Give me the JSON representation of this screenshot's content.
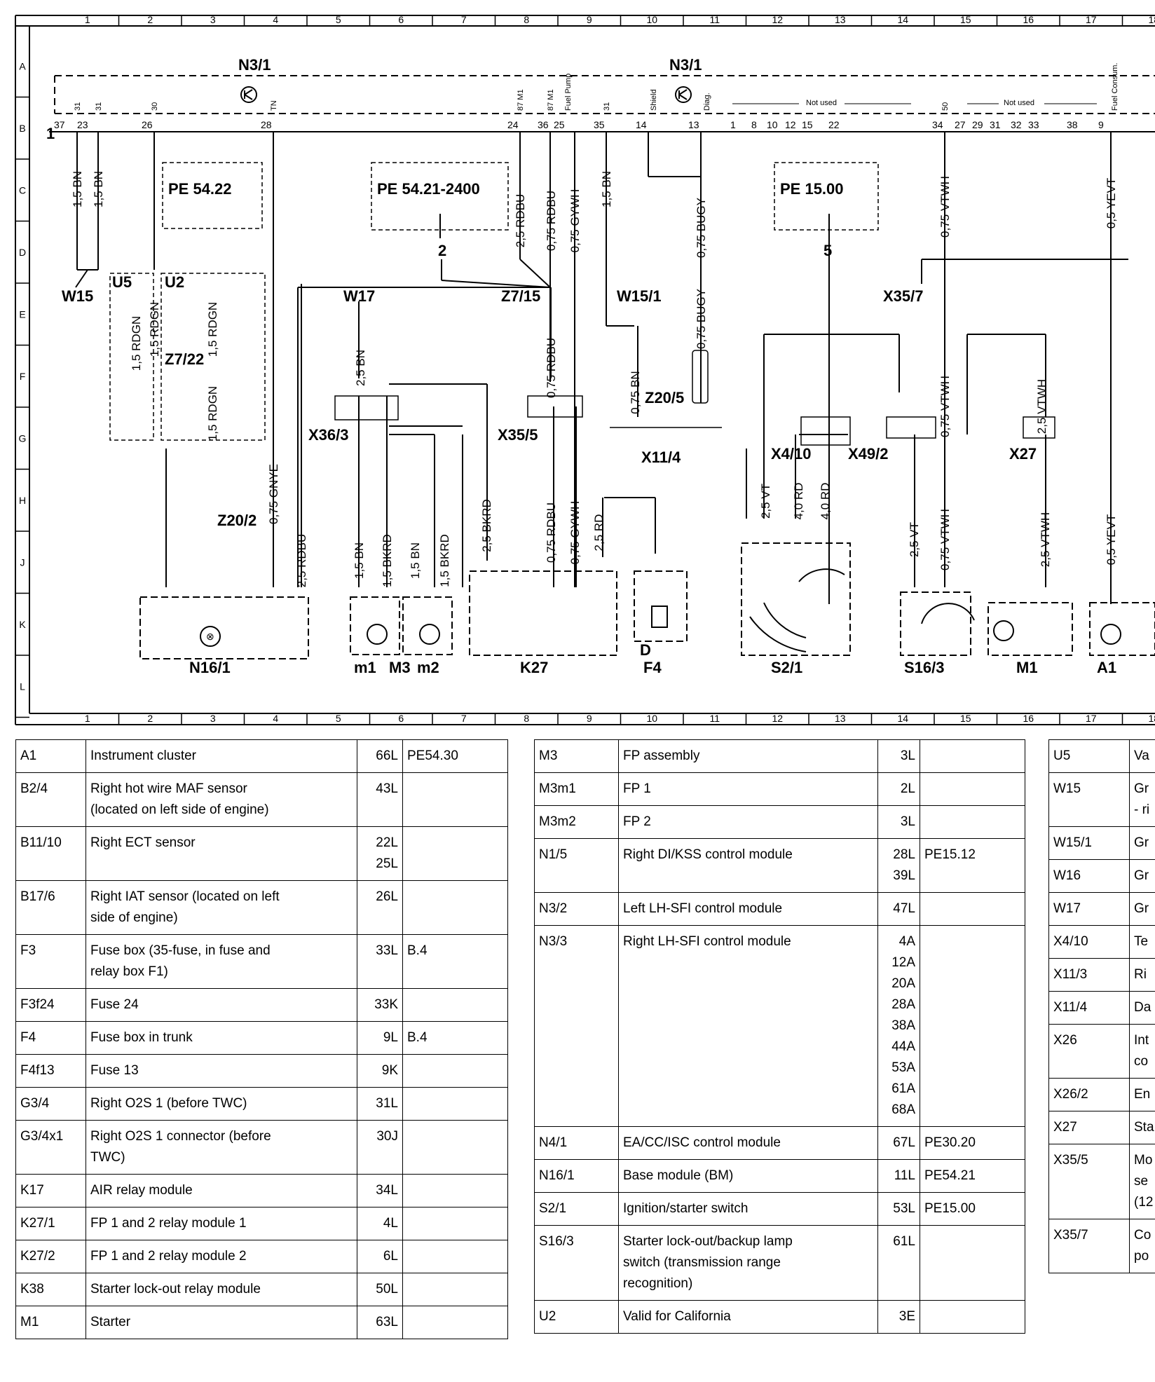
{
  "grid": {
    "columns": [
      "1",
      "2",
      "3",
      "4",
      "5",
      "6",
      "7",
      "8",
      "9",
      "10",
      "11",
      "12",
      "13",
      "14",
      "15",
      "16",
      "17",
      "18"
    ],
    "rows": [
      "A",
      "B",
      "C",
      "D",
      "E",
      "F",
      "G",
      "H",
      "J",
      "K",
      "L"
    ]
  },
  "modules": {
    "n3_1_left": "N3/1",
    "n3_1_right": "N3/1",
    "not_used_1": "Not used",
    "not_used_2": "Not used",
    "pins": [
      "37",
      "23",
      "26",
      "28",
      "24",
      "36",
      "25",
      "35",
      "14",
      "13",
      "1",
      "8",
      "10",
      "12",
      "15",
      "22",
      "34",
      "27",
      "29",
      "31",
      "32",
      "33",
      "38",
      "9"
    ],
    "pin_labels": [
      "31",
      "31",
      "30",
      "TN",
      "87 M1",
      "87 M1",
      "Fuel Pump",
      "31",
      "Shield",
      "Diag.",
      "50",
      "Fuel Consum."
    ]
  },
  "refs": {
    "pe1": "PE 54.22",
    "pe2": "PE 54.21-2400",
    "pe3": "PE 15.00",
    "arrow2": "2",
    "arrow5": "5"
  },
  "components": {
    "w15": "W15",
    "u5": "U5",
    "u2": "U2",
    "z7_22": "Z7/22",
    "w17": "W17",
    "z7_15": "Z7/15",
    "w15_1": "W15/1",
    "x35_7": "X35/7",
    "x36_3": "X36/3",
    "x35_5": "X35/5",
    "z20_5": "Z20/5",
    "x11_4": "X11/4",
    "x4_10": "X4/10",
    "x49_2": "X49/2",
    "x27": "X27",
    "z20_2": "Z20/2",
    "n16_1": "N16/1",
    "m1_small": "m1",
    "m3": "M3",
    "m2_small": "m2",
    "k27": "K27",
    "f4": "F4",
    "s2_1": "S2/1",
    "s16_3": "S16/3",
    "m1": "M1",
    "a1": "A1",
    "d": "D",
    "one": "1"
  },
  "wires": [
    "1,5 BN",
    "1,5 BN",
    "2,5 RDBU",
    "0,75 RDBU",
    "0,75 GYWH",
    "1,5 BN",
    "0,75 BUGY",
    "0,75 VTWH",
    "0,5 YEVT",
    "1,5 RDGN",
    "1,5 RDGN",
    "1,5 RDGN",
    "1,5 RDGN",
    "2,5 BN",
    "0,75 RDBU",
    "0,75 BN",
    "0,75 BUGY",
    "0,75 VTWH",
    "2,5 VTWH",
    "0,75 GNYE",
    "2,5 RDBU",
    "1,5 BN",
    "1,5 BKRD",
    "1,5 BN",
    "1,5 BKRD",
    "2,5 BKRD",
    "0,75 RDBU",
    "0,75 GYWH",
    "2,5 RD",
    "2,5 VT",
    "4,0 RD",
    "4,0 RD",
    "2,5 VT",
    "0,75 VTWH",
    "2,5 VTWH",
    "0,5 YEVT"
  ],
  "legend_a": [
    {
      "code": "A1",
      "desc": [
        "Instrument cluster"
      ],
      "loc": [
        "66L"
      ],
      "ref": "PE54.30"
    },
    {
      "code": "B2/4",
      "desc": [
        "Right hot wire MAF sensor",
        "(located on left side of engine)"
      ],
      "loc": [
        "43L"
      ],
      "ref": ""
    },
    {
      "code": "B11/10",
      "desc": [
        "Right ECT sensor"
      ],
      "loc": [
        "22L",
        "25L"
      ],
      "ref": ""
    },
    {
      "code": "B17/6",
      "desc": [
        "Right IAT sensor (located on left",
        "side of engine)"
      ],
      "loc": [
        "26L"
      ],
      "ref": ""
    },
    {
      "code": "F3",
      "desc": [
        "Fuse box (35-fuse, in fuse and",
        "relay box F1)"
      ],
      "loc": [
        "33L"
      ],
      "ref": "B.4"
    },
    {
      "code": "F3f24",
      "desc": [
        "Fuse 24"
      ],
      "loc": [
        "33K"
      ],
      "ref": ""
    },
    {
      "code": "F4",
      "desc": [
        "Fuse box in trunk"
      ],
      "loc": [
        "9L"
      ],
      "ref": "B.4"
    },
    {
      "code": "F4f13",
      "desc": [
        "Fuse 13"
      ],
      "loc": [
        "9K"
      ],
      "ref": ""
    },
    {
      "code": "G3/4",
      "desc": [
        "Right O2S 1 (before TWC)"
      ],
      "loc": [
        "31L"
      ],
      "ref": ""
    },
    {
      "code": "G3/4x1",
      "desc": [
        "Right O2S 1 connector (before",
        "TWC)"
      ],
      "loc": [
        "30J"
      ],
      "ref": ""
    },
    {
      "code": "K17",
      "desc": [
        "AIR relay module"
      ],
      "loc": [
        "34L"
      ],
      "ref": ""
    },
    {
      "code": "K27/1",
      "desc": [
        "FP 1 and 2 relay module 1"
      ],
      "loc": [
        "4L"
      ],
      "ref": ""
    },
    {
      "code": "K27/2",
      "desc": [
        "FP 1 and 2 relay module 2"
      ],
      "loc": [
        "6L"
      ],
      "ref": ""
    },
    {
      "code": "K38",
      "desc": [
        "Starter lock-out relay module"
      ],
      "loc": [
        "50L"
      ],
      "ref": ""
    },
    {
      "code": "M1",
      "desc": [
        "Starter"
      ],
      "loc": [
        "63L"
      ],
      "ref": ""
    }
  ],
  "legend_b": [
    {
      "code": "M3",
      "desc": [
        "FP assembly"
      ],
      "loc": [
        "3L"
      ],
      "ref": ""
    },
    {
      "code": "M3m1",
      "desc": [
        "FP 1"
      ],
      "loc": [
        "2L"
      ],
      "ref": ""
    },
    {
      "code": "M3m2",
      "desc": [
        "FP 2"
      ],
      "loc": [
        "3L"
      ],
      "ref": ""
    },
    {
      "code": "N1/5",
      "desc": [
        "Right DI/KSS control module"
      ],
      "loc": [
        "28L",
        "39L"
      ],
      "ref": "PE15.12"
    },
    {
      "code": "N3/2",
      "desc": [
        "Left LH-SFI control module"
      ],
      "loc": [
        "47L"
      ],
      "ref": ""
    },
    {
      "code": "N3/3",
      "desc": [
        "Right LH-SFI control module"
      ],
      "loc": [
        "4A",
        "12A",
        "20A",
        "28A",
        "38A",
        "44A",
        "53A",
        "61A",
        "68A"
      ],
      "ref": ""
    },
    {
      "code": "N4/1",
      "desc": [
        "EA/CC/ISC control module"
      ],
      "loc": [
        "67L"
      ],
      "ref": "PE30.20"
    },
    {
      "code": "N16/1",
      "desc": [
        "Base module (BM)"
      ],
      "loc": [
        "11L"
      ],
      "ref": "PE54.21"
    },
    {
      "code": "S2/1",
      "desc": [
        "Ignition/starter switch"
      ],
      "loc": [
        "53L"
      ],
      "ref": "PE15.00"
    },
    {
      "code": "S16/3",
      "desc": [
        "Starter lock-out/backup lamp",
        "switch (transmission range",
        "recognition)"
      ],
      "loc": [
        "61L"
      ],
      "ref": ""
    },
    {
      "code": "U2",
      "desc": [
        "Valid for California"
      ],
      "loc": [
        "3E"
      ],
      "ref": ""
    }
  ],
  "legend_c": [
    {
      "code": "U5",
      "desc": [
        "Va"
      ]
    },
    {
      "code": "W15",
      "desc": [
        "Gr",
        "- ri"
      ]
    },
    {
      "code": "W15/1",
      "desc": [
        "Gr"
      ]
    },
    {
      "code": "W16",
      "desc": [
        "Gr"
      ]
    },
    {
      "code": "W17",
      "desc": [
        "Gr"
      ]
    },
    {
      "code": "X4/10",
      "desc": [
        "Te"
      ]
    },
    {
      "code": "X11/3",
      "desc": [
        "Ri"
      ]
    },
    {
      "code": "X11/4",
      "desc": [
        "Da"
      ]
    },
    {
      "code": "X26",
      "desc": [
        "Int",
        "co"
      ]
    },
    {
      "code": "X26/2",
      "desc": [
        "En"
      ]
    },
    {
      "code": "X27",
      "desc": [
        "Sta"
      ]
    },
    {
      "code": "X35/5",
      "desc": [
        "Mo",
        "se",
        "(12"
      ]
    },
    {
      "code": "X35/7",
      "desc": [
        "Co",
        "po"
      ]
    }
  ]
}
